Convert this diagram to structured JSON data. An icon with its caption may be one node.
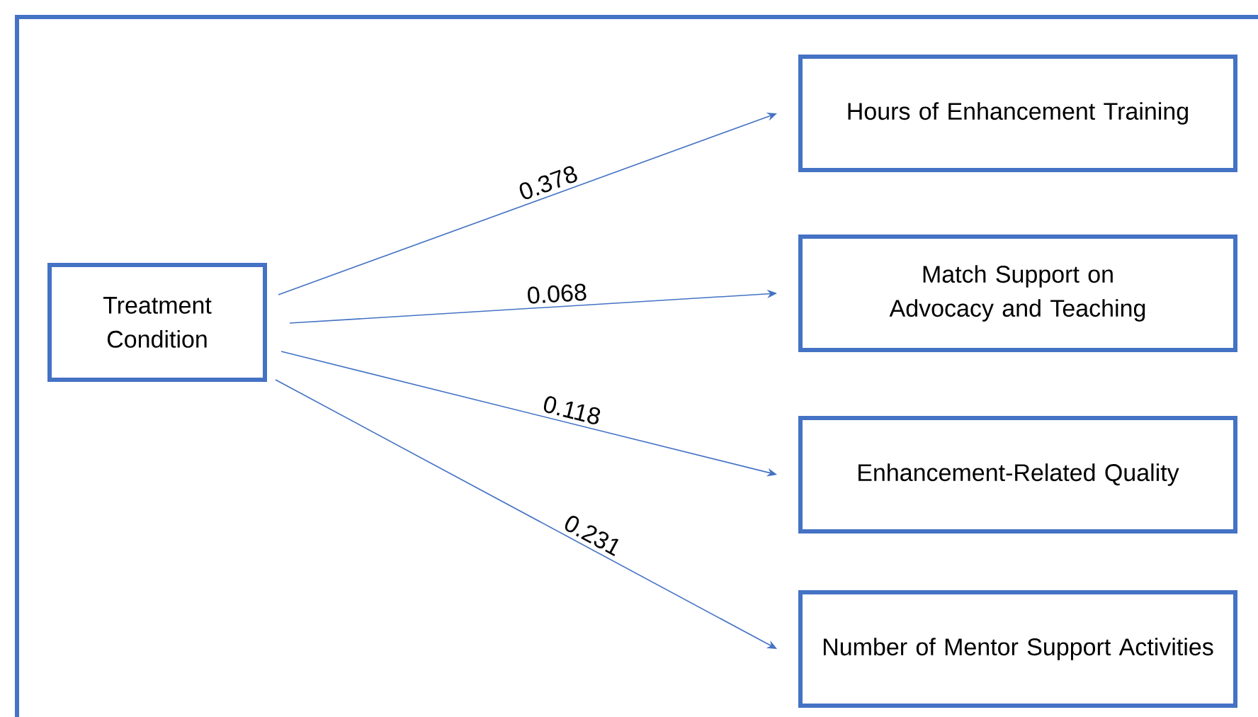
{
  "diagram": {
    "nodes": [
      {
        "text": [
          "Treatment Condition"
        ]
      },
      {
        "text": [
          "Hours of Enhancement Training"
        ]
      },
      {
        "text": [
          "Match Support on Advocacy and Teaching"
        ]
      },
      {
        "text": [
          "Enhancement-Related Quality"
        ]
      },
      {
        "text": [
          "Number of Mentor Support Activities"
        ]
      }
    ],
    "edges": [
      {
        "from": 0,
        "to": 1,
        "arrow": "to",
        "label": "0.378"
      },
      {
        "from": 0,
        "to": 2,
        "arrow": "to",
        "label": "0.068"
      },
      {
        "from": 0,
        "to": 3,
        "arrow": "to",
        "label": "0.118"
      },
      {
        "from": 0,
        "to": 4,
        "arrow": "to",
        "label": "0.231"
      }
    ]
  }
}
